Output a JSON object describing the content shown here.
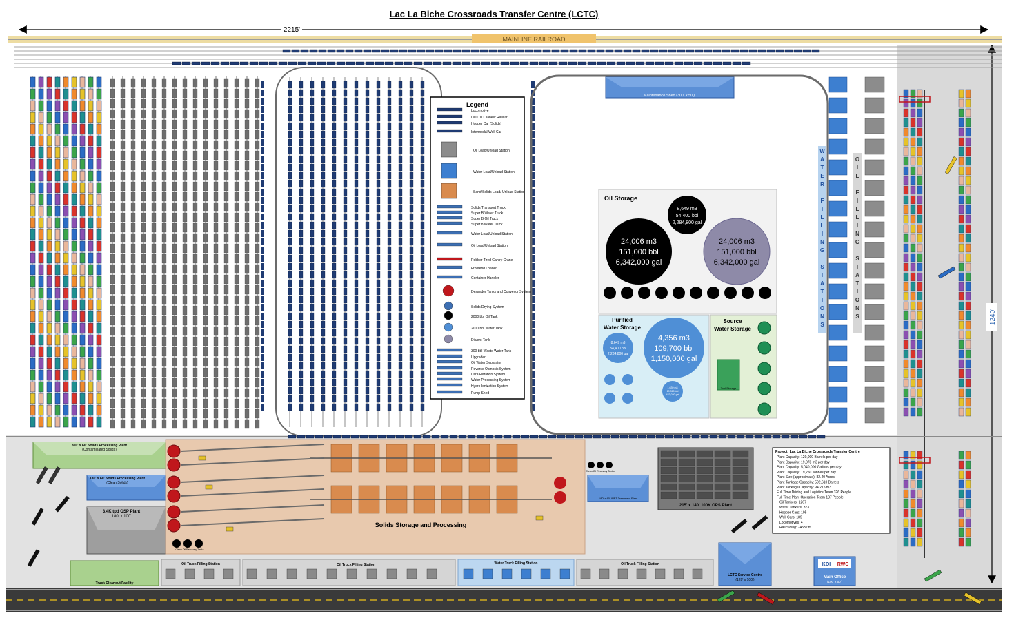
{
  "title": "Lac La Biche Crossroads Transfer Centre (LCTC)",
  "dimensions": {
    "width_label": "2215'",
    "height_label": "1240'"
  },
  "railroad": {
    "label": "MAINLINE RAILROAD"
  },
  "buildings": {
    "maintenance_shed": "Maintenance Shed (300' x 50')",
    "ops_plant": "215' x 140' 100K OPS Plant",
    "solids_storage": "Solids Storage and Processing",
    "solids_plant_contaminated": "300' x 60' Solids Processing Plant",
    "solids_plant_contaminated_sub": "(Contaminated Solids)",
    "solids_plant_clean": "180' x 60' Solids Processing Plant",
    "solids_plant_clean_sub": "(Clean Solids)",
    "osp_plant": "3.4K tpd OSP Plant",
    "osp_plant_sub": "180' x 100'",
    "wpt_plant": "180' x 60' WPT Treatment Plant",
    "truck_cleanout": "Truck Cleanout Facility",
    "oil_truck_1": "Oil Truck Filling Station",
    "oil_truck_2": "Oil Truck Filling Station",
    "water_truck": "Water Truck Filling Station",
    "oil_truck_3": "Oil Truck Filling Station",
    "service_centre": "LCTC Service Centre",
    "service_centre_sub": "(120' x 100')",
    "main_office": "Main Office",
    "main_office_sub": "(100' x 50')",
    "clean_oil_tanks_1": "Clean Oil Recovery Tanks",
    "clean_oil_tanks_2": "Clean Oil Recovery Tanks",
    "logo_koi": "KOI",
    "logo_rwc": "RWC"
  },
  "stations": {
    "water_vertical": [
      "W",
      "A",
      "T",
      "E",
      "R",
      "",
      "F",
      "I",
      "L",
      "L",
      "I",
      "N",
      "G",
      "",
      "S",
      "T",
      "A",
      "T",
      "I",
      "O",
      "N",
      "S"
    ],
    "oil_vertical": [
      "O",
      "I",
      "L",
      "",
      "F",
      "I",
      "L",
      "L",
      "I",
      "N",
      "G",
      "",
      "S",
      "T",
      "A",
      "T",
      "I",
      "O",
      "N",
      "S"
    ]
  },
  "legend": {
    "title": "Legend",
    "items": [
      "Locomotive",
      "DOT 111 Tanker Railcar",
      "Hopper Car (Solids)",
      "Intermodal Well Car",
      "Oil Load/Unload Station",
      "Water Load/Unload Station",
      "Sand/Solids Load/ Unload Station",
      "Solids Transport Truck",
      "Super B Water Truck",
      "Super B Oil Truck",
      "Super 8 Water Truck",
      "Water Load/Unload Station",
      "Oil Load/Unload Station",
      "Robber Tired Gantry Crane",
      "Frontend Loader",
      "Container Handler",
      "Desander Tanks and Conveyor System",
      "Solids Drying System",
      "2000 bbl Oil Tank",
      "2000 bbl Water Tank",
      "Diluent Tank",
      "300 bbl Waste Water Tank",
      "Upgrader",
      "Oil Water Separator",
      "Reverse Osmosis System",
      "Ultra Filtration System",
      "Water Processing System",
      "Hydro Ionization System",
      "Pump Shed"
    ]
  },
  "oil_storage": {
    "title": "Oil Storage",
    "small_tank": [
      "8,649 m3",
      "54,400 bbl",
      "2,284,800 gal"
    ],
    "big_black": [
      "24,006 m3",
      "151,000 bbl",
      "6,342,000 gal"
    ],
    "big_grey": [
      "24,006 m3",
      "151,000 bbl",
      "6,342,000 gal"
    ]
  },
  "purified_water": {
    "title_1": "Purified",
    "title_2": "Water Storage",
    "small_tank": [
      "8,649 m3",
      "54,400 bbl",
      "2,284,800 gal"
    ],
    "big_tank": [
      "4,356 m3",
      "109,700 bbl",
      "1,150,000 gal"
    ],
    "mini_tank": [
      "1,639 m3",
      "10,310 bbl",
      "433,020 gal"
    ]
  },
  "source_water": {
    "title_1": "Source",
    "title_2": "Water Storage",
    "tool_storage": "Tool Storage"
  },
  "project": {
    "title": "Project: Lac La Biche Crossroads Transfer Centre",
    "lines": [
      "Plant Capacity: 120,000 Barrels per day",
      "Plant Capacity: 19,078 m3 per day",
      "Plant Capacity: 5,040,000 Gallons per day",
      "Plant Capacity: 19,250 Tonnes per day",
      "Plant Size (approximate): 82.40 Acres",
      "Plant Tankage Capacity: 592,610 Barrels",
      "Plant Tankage Capacity: 94,215 m3",
      "Full Time Driving and Logistics Team 326 People",
      "Full Time Plant Operation Team 137 People",
      "Oil Tankers: 1267",
      "Water Tankers: 373",
      "Hopper Cars: 195",
      "Well Cars: 189",
      "Locomotives: 4",
      "Rail Siding: 74532 ft"
    ]
  },
  "colors": {
    "railcar": "#1f3b73",
    "hopper": "#6e6e6e",
    "station_blue": "#3d7fd0",
    "station_grey": "#8c8c8c",
    "oil_tank": "#000000",
    "diluent_tank": "#8e8aa8",
    "water_tank": "#4f8fd6",
    "solids_bay": "#d98b4e",
    "desander": "#c0171c",
    "road": "#3a3a3a",
    "railroad_band": "#eddca2"
  }
}
